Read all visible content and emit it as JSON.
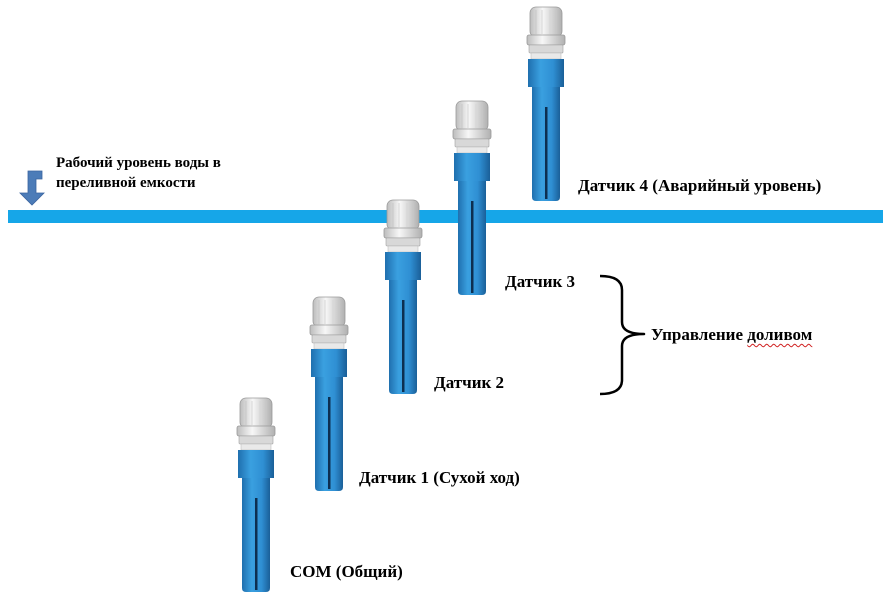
{
  "water_level": {
    "line1": "Рабочий уровень воды в",
    "line2": "переливной емкости"
  },
  "sensors": [
    {
      "label": "COM (Общий)"
    },
    {
      "label": "Датчик 1 (Сухой ход)"
    },
    {
      "label": "Датчик 2"
    },
    {
      "label": "Датчик 3"
    },
    {
      "label": "Датчик 4 (Аварийный уровень)"
    }
  ],
  "bracket": {
    "word1": "Управление",
    "word2": "доливом"
  },
  "colors": {
    "water_line": "#16a6e8",
    "sensor_body": "#2f8fd3",
    "sensor_dark": "#1d6aa8",
    "gland": "#ececec",
    "arrow": "#4c7cb8"
  },
  "icons": [
    "down-arrow-icon",
    "curly-brace-icon"
  ]
}
